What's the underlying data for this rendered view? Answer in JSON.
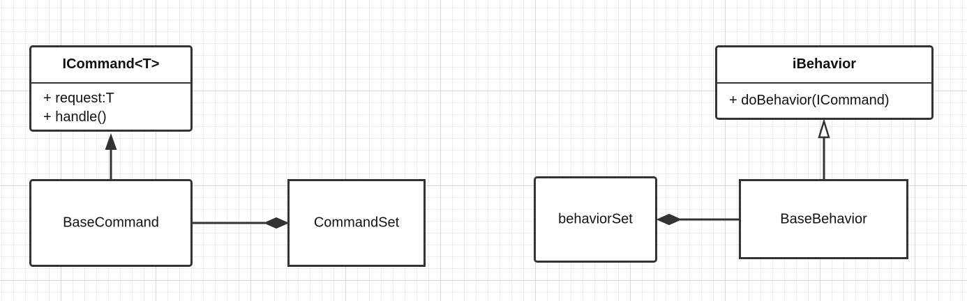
{
  "diagram": {
    "icommand": {
      "name": "ICommand<T>",
      "members": [
        "+ request:T",
        "+ handle()"
      ]
    },
    "base_command": {
      "name": "BaseCommand"
    },
    "command_set": {
      "name": "CommandSet"
    },
    "ibehavior": {
      "name": "iBehavior",
      "members": [
        "+ doBehavior(ICommand)"
      ]
    },
    "behavior_set": {
      "name": "behaviorSet"
    },
    "base_behavior": {
      "name": "BaseBehavior"
    }
  },
  "colors": {
    "line": "#333333",
    "grid_major": "#d9d9d9",
    "grid_minor": "#eeeeee"
  }
}
